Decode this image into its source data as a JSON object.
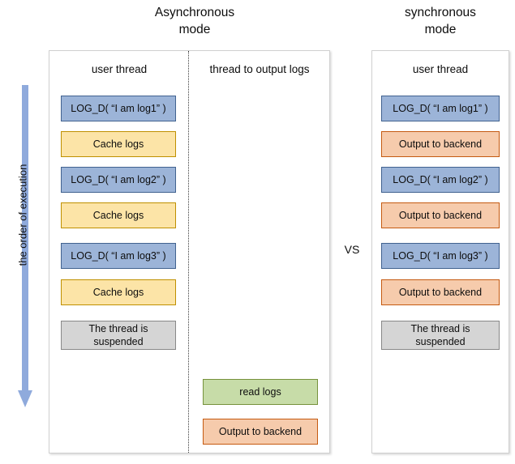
{
  "titles": {
    "async": "Asynchronous\nmode",
    "async_line1": "Asynchronous",
    "async_line2": "mode",
    "sync_line1": "synchronous",
    "sync_line2": "mode",
    "vs": "VS"
  },
  "axis": {
    "label": "the order of execution",
    "direction": "downward",
    "color": "#8FAADC"
  },
  "async_panel": {
    "columns": [
      {
        "header": "user thread",
        "steps": [
          {
            "label": "LOG_D( “I am log1” )",
            "kind": "log",
            "color": "#9CB4D8",
            "lines": 1
          },
          {
            "label": "Cache logs",
            "kind": "cache",
            "color": "#FCE4A7",
            "lines": 1
          },
          {
            "label": "LOG_D( “I am log2” )",
            "kind": "log",
            "color": "#9CB4D8",
            "lines": 1
          },
          {
            "label": "Cache logs",
            "kind": "cache",
            "color": "#FCE4A7",
            "lines": 1
          },
          {
            "label": "LOG_D( “I am log3” )",
            "kind": "log",
            "color": "#9CB4D8",
            "lines": 1
          },
          {
            "label": "Cache logs",
            "kind": "cache",
            "color": "#FCE4A7",
            "lines": 1
          },
          {
            "label_line1": "The thread is",
            "label_line2": "suspended",
            "kind": "suspend",
            "color": "#D5D5D5",
            "lines": 2
          }
        ]
      },
      {
        "header": "thread to output logs",
        "steps": [
          {
            "label": "read logs",
            "kind": "read",
            "color": "#C7DCA8",
            "lines": 1
          },
          {
            "label": "Output to backend",
            "kind": "output",
            "color": "#F6CBAC",
            "lines": 1
          }
        ]
      }
    ]
  },
  "sync_panel": {
    "columns": [
      {
        "header": "user thread",
        "steps": [
          {
            "label": "LOG_D( “I am log1” )",
            "kind": "log",
            "color": "#9CB4D8",
            "lines": 1
          },
          {
            "label": "Output to backend",
            "kind": "output",
            "color": "#F6CBAC",
            "lines": 1
          },
          {
            "label": "LOG_D( “I am log2” )",
            "kind": "log",
            "color": "#9CB4D8",
            "lines": 1
          },
          {
            "label": "Output to backend",
            "kind": "output",
            "color": "#F6CBAC",
            "lines": 1
          },
          {
            "label": "LOG_D( “I am log3” )",
            "kind": "log",
            "color": "#9CB4D8",
            "lines": 1
          },
          {
            "label": "Output to backend",
            "kind": "output",
            "color": "#F6CBAC",
            "lines": 1
          },
          {
            "label_line1": "The thread is",
            "label_line2": "suspended",
            "kind": "suspend",
            "color": "#D5D5D5",
            "lines": 2
          }
        ]
      }
    ]
  }
}
